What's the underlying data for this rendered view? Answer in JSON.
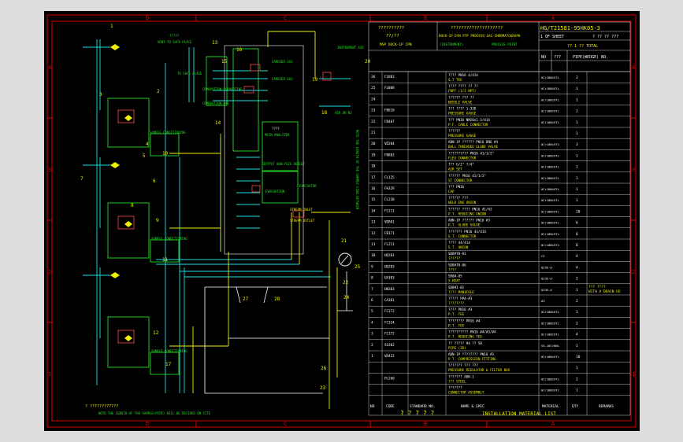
{
  "border": {
    "zones_top": [
      "D",
      "C",
      "B",
      "A"
    ],
    "zones_bottom": [
      "D",
      "C",
      "B",
      "A"
    ],
    "rows_left": [
      "4",
      "3",
      "2",
      "1"
    ],
    "rows_right": [
      "4",
      "3",
      "2",
      "1"
    ]
  },
  "title_block": {
    "left_top": "??????????",
    "left_mid": "??/??",
    "left_bot": "MSP DOCK-1P CPN",
    "center_top": "????????????????????",
    "center_mid": "DOCK-1P DYN  PTP PROCESS GAS CHROMATOGRAPH",
    "center_mid2": "(INSTRUMENT)",
    "center_mid3": "PROCESS   POINT",
    "dwg_no": "HG/T21581-95HK05-3",
    "sheet_label": "1 OF  SHEET",
    "sheet_right": "? ?? ?? ???",
    "total": "?? 1 ??  TOTAL"
  },
  "bom_headers": {
    "no": "NO",
    "qty": "???",
    "remark": "PIPE(WEDGE) NO."
  },
  "bom_rows": [
    {
      "n": "26",
      "code": "F1803",
      "spec": "????       PN16 4/414",
      "spec2": "S.T  TEE",
      "mat": "0Cr18Ni9Ti",
      "q": "2"
    },
    {
      "n": "25",
      "code": "FLB08",
      "spec": "????  ????  ?? ??",
      "spec2": "FNPT (1/2 NPT)",
      "mat": "0Cr18Ni9Ti",
      "q": "1"
    },
    {
      "n": "24",
      "code": "",
      "spec": "??????  ??? ??",
      "spec2": "NEEDLE VALVE",
      "mat": "0Cr18Ni9Ti",
      "q": "1"
    },
    {
      "n": "23",
      "code": "FB818",
      "spec": "???   ????   1-33D",
      "spec2": "PRESSURE GAUGE",
      "mat": "0Cr18Ni9Ti",
      "q": "1"
    },
    {
      "n": "22",
      "code": "FB407",
      "spec": "???   PN16  NM20x1.5/414",
      "spec2": "P.F. CABLE CONNECTOR",
      "mat": "0Cr18Ni9Ti",
      "q": "1"
    },
    {
      "n": "21",
      "code": "",
      "spec": "??????",
      "spec2": "PRESSURE GAUGE",
      "mat": "",
      "q": "1"
    },
    {
      "n": "20",
      "code": "VD204",
      "spec": "ABN-1P ??????  PN16 DN6   #4",
      "spec2": "BALL THREADED GLOBE VALVE",
      "mat": "0Cr18Ni9Ti",
      "q": "3"
    },
    {
      "n": "19",
      "code": "FB802",
      "spec": "??????????   PN16   41/1/2\"",
      "spec2": "FLEX CONNECTOR",
      "mat": "0Cr18Ni9Ti",
      "q": "1"
    },
    {
      "n": "18",
      "code": "",
      "spec": "???    G/2\"  ?/4\"",
      "spec2": "AIR SET",
      "mat": "0Cr18Ni9Ti",
      "q": "1"
    },
    {
      "n": "17",
      "code": "FL125",
      "spec": "??????   PN16   41/1/2\"",
      "spec2": "ST CONNECTOR",
      "mat": "0Cr18Ni9Ti",
      "q": "1"
    },
    {
      "n": "16",
      "code": "FH329",
      "spec": "???   PN16",
      "spec2": "CAP",
      "mat": "0Cr18Ni9Ti",
      "q": "1"
    },
    {
      "n": "15",
      "code": "FL230",
      "spec": "??????   ???",
      "spec2": "WELD ENS UNION",
      "mat": "0Cr18Ni9Ti",
      "q": "1"
    },
    {
      "n": "14",
      "code": "FC211",
      "spec": "??????  ????  PN16 41/43",
      "spec2": "P.T. REDUCING UNION",
      "mat": "0Cr18Ni9Ti",
      "q": "20"
    },
    {
      "n": "13",
      "code": "VD801",
      "spec": "ABN-1P ??????   PN16 #3",
      "spec2": "P.T. GLOBE VALVE",
      "mat": "0Cr18Ni9Ti",
      "q": "6"
    },
    {
      "n": "12",
      "code": "FB171",
      "spec": "???????   PN16 43/414",
      "spec2": "S.T. CONNECTOR",
      "mat": "0Cr18Ni9Ti",
      "q": "6"
    },
    {
      "n": "11",
      "code": "FL211",
      "spec": "????    44/414",
      "spec2": "S.T. UNION",
      "mat": "0Cr18Ni9Ti",
      "q": "6"
    },
    {
      "n": "10",
      "code": "UD201",
      "spec": "SD8#70-01",
      "spec2": "??????",
      "mat": "CS",
      "q": "4"
    },
    {
      "n": "9",
      "code": "UD203",
      "spec": "SD8#70-06",
      "spec2": "????",
      "mat": "Q235-A",
      "q": "4"
    },
    {
      "n": "8",
      "code": "UA303",
      "spec": "SD8#-05",
      "spec2": "S.HEAT",
      "mat": "Q235-A",
      "q": "2"
    },
    {
      "n": "7",
      "code": "UN303",
      "spec": "SD8#1-01",
      "spec2": "????  MANIFOLD",
      "mat": "Q235-A",
      "q": "1"
    },
    {
      "n": "6",
      "code": "CA301",
      "spec": "?????   P#4-#3",
      "spec2": "????????",
      "mat": "A3",
      "q": "2"
    },
    {
      "n": "5",
      "code": "FC372",
      "spec": "????   PN16 #3",
      "spec2": "P.T. TEE",
      "mat": "0Cr18Ni9Ti",
      "q": "1"
    },
    {
      "n": "4",
      "code": "FC324",
      "spec": "????????   PN16 #4",
      "spec2": "P.T. TEE",
      "mat": "0Cr18Ni9Ti",
      "q": "2"
    },
    {
      "n": "3",
      "code": "FC372",
      "spec": "??????????   PN16 #4/#3/#4",
      "spec2": "P.T. REDUCING TEE",
      "mat": "0Cr18Ni9Ti",
      "q": "4"
    },
    {
      "n": "2",
      "code": "SS302",
      "spec": "?? ?????   #4 ?? 50",
      "spec2": "PIPE (2D)",
      "mat": "SS-18Cr8Ni",
      "q": "1"
    },
    {
      "n": "1",
      "code": "VD422",
      "spec": "ABN-1P ????????  PN16  #3",
      "spec2": "P.T. COMPRESSION FITTING",
      "mat": "0Cr18Ni9Ti",
      "q": "10"
    },
    {
      "n": "",
      "code": "",
      "spec": "???????  ???  ???",
      "spec2": "PRESSURE REGULATOR & FILTER BOX",
      "mat": "",
      "q": "1"
    },
    {
      "n": "",
      "code": "PL260",
      "spec": "???????   ABN-1",
      "spec2": "??? STEEL",
      "mat": "0Cr18Ni9Ti",
      "q": "2"
    },
    {
      "n": "",
      "code": "",
      "spec": "???????",
      "spec2": "CONNECTOR ASSEMBLY",
      "mat": "0Cr18Ni9Ti",
      "q": "1"
    }
  ],
  "bom_footer": {
    "no": "NO",
    "code": "CODE",
    "std": "STANDARD NO.",
    "spec": "NAME & SPEC",
    "mat": "MATERIAL",
    "qty": "QTY",
    "remark": "REMARKS"
  },
  "material_list_title": "INSTALLATION MATERIAL LIST",
  "material_list_cn": "? ? ? ? ?",
  "side_note": "??? ????\nWITH A DRAIN HS",
  "labels": {
    "vent_to_safe": "VENT TO SAFE PLACE",
    "vent_cn": "?????",
    "carrier_gas": "CARRIER GAS",
    "carrier_gas2": "CARRIER GAS",
    "combustion_supporting": "COMBUSTION SUPPORTING",
    "combustion_gas": "COMBUSTION GAS",
    "instrument_air": "INSTRUMENT AIR",
    "air_or_n2": "AIR OR N2",
    "main_analyzer": "MAIN ANALYZER",
    "main_analyzer_cn": "????",
    "output_analysis": "OUTPUT ANALYSIS OUTLET",
    "evacuation": "EVACUATION",
    "evacuator": "EVACUATOR",
    "sample_conditioning1": "SAMPLE CONDITIONING",
    "sample_conditioning2": "SAMPLE CONDITIONING",
    "sample_conditioning3": "SAMPLE CONDITIONING",
    "stream_inlet": "STREAM INLET",
    "stream_outlet": "STREAM OUTLET",
    "vertical_note": "NOTE THE LENGTH OF THE SAMPLE LINE BETWEEN",
    "bottom_note_cn": "?  ????????????",
    "bottom_note": "NOTE THE LENGTH OF THE SAMPLE(PIPE) WILL BE DECIDED ON SITE",
    "from_process": "TO SAFE PLACE"
  },
  "balloons": [
    "1",
    "2",
    "3",
    "4",
    "5",
    "6",
    "7",
    "8",
    "9",
    "10",
    "11",
    "12",
    "13",
    "14",
    "15",
    "16",
    "17",
    "18",
    "19",
    "20",
    "21",
    "22",
    "23",
    "24",
    "25",
    "26",
    "27",
    "28"
  ],
  "colors": {
    "background": "#000000",
    "border": "#e00000",
    "table_lines": "#c8c8c8",
    "green": "#20e020",
    "cyan": "#20e0e0",
    "yellow": "#f0f000",
    "white": "#ffffff",
    "magenta": "#e040e0"
  }
}
